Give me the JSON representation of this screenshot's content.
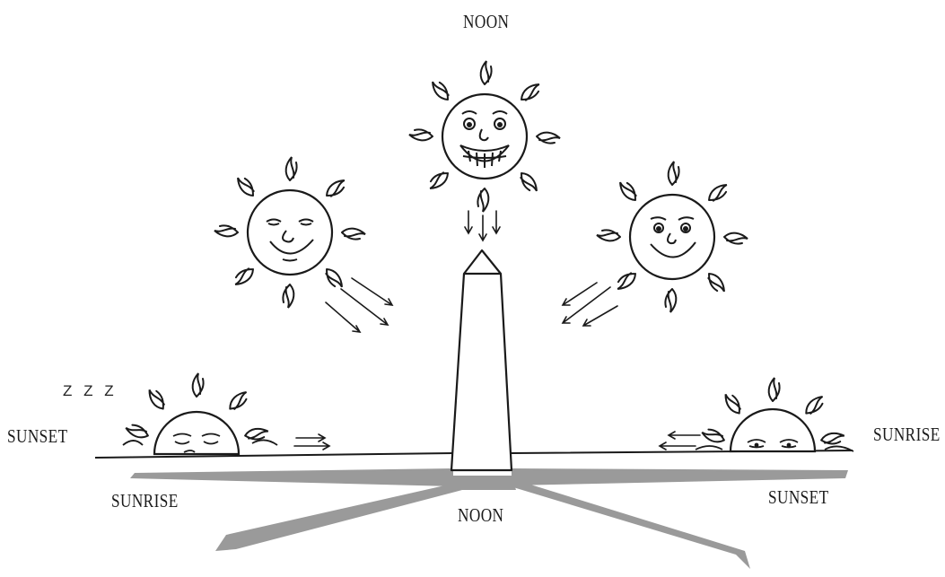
{
  "labels": {
    "noon_top": "NOON",
    "sunset_left": "SUNSET",
    "sunrise_right": "SUNRISE",
    "sunrise_shadow": "SUNRISE",
    "noon_shadow": "NOON",
    "sunset_shadow": "SUNSET",
    "sleep": "Z Z Z"
  },
  "colors": {
    "ink": "#1a1a1a",
    "shadow": "#9a9a9a",
    "background": "#ffffff"
  },
  "icons": {
    "sun": "sun-icon",
    "monument": "obelisk-icon",
    "arrow": "arrow-icon"
  }
}
